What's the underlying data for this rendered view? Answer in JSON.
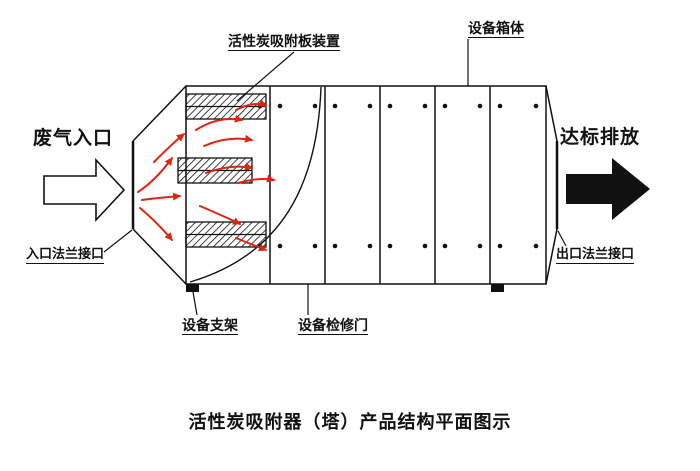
{
  "title": "活性炭吸附器（塔）产品结构平面图示",
  "labels": {
    "inlet": "废气入口",
    "outlet": "达标排放",
    "carbon_plates": "活性炭吸附板装置",
    "box_body": "设备箱体",
    "inlet_flange": "入口法兰接口",
    "outlet_flange": "出口法兰接口",
    "support": "设备支架",
    "access_door": "设备检修门"
  },
  "colors": {
    "flow_arrow": "#e02412",
    "outline": "#111111",
    "background": "#ffffff"
  }
}
